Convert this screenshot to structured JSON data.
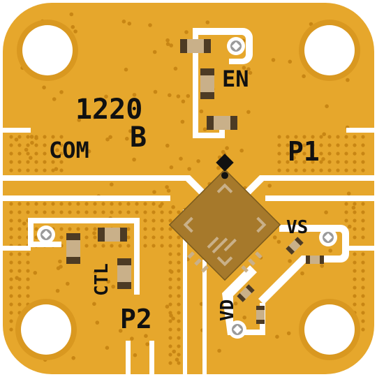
{
  "board": {
    "part_number": "1220",
    "revision": "B",
    "colors": {
      "gold": "#e6a72c",
      "gold_dark": "#d99820",
      "via": "#c88614",
      "trace_gap": "#ffffff",
      "ic_body": "#a6792b",
      "ic_outline": "#7a5a1e",
      "smd_body": "#c9b089",
      "smd_end": "#4d3b24",
      "silk": "#111111"
    }
  },
  "labels": {
    "com": "COM",
    "p1": "P1",
    "p2": "P2",
    "en": "EN",
    "vs": "VS",
    "vd": "VD",
    "ctl": "CTL"
  }
}
